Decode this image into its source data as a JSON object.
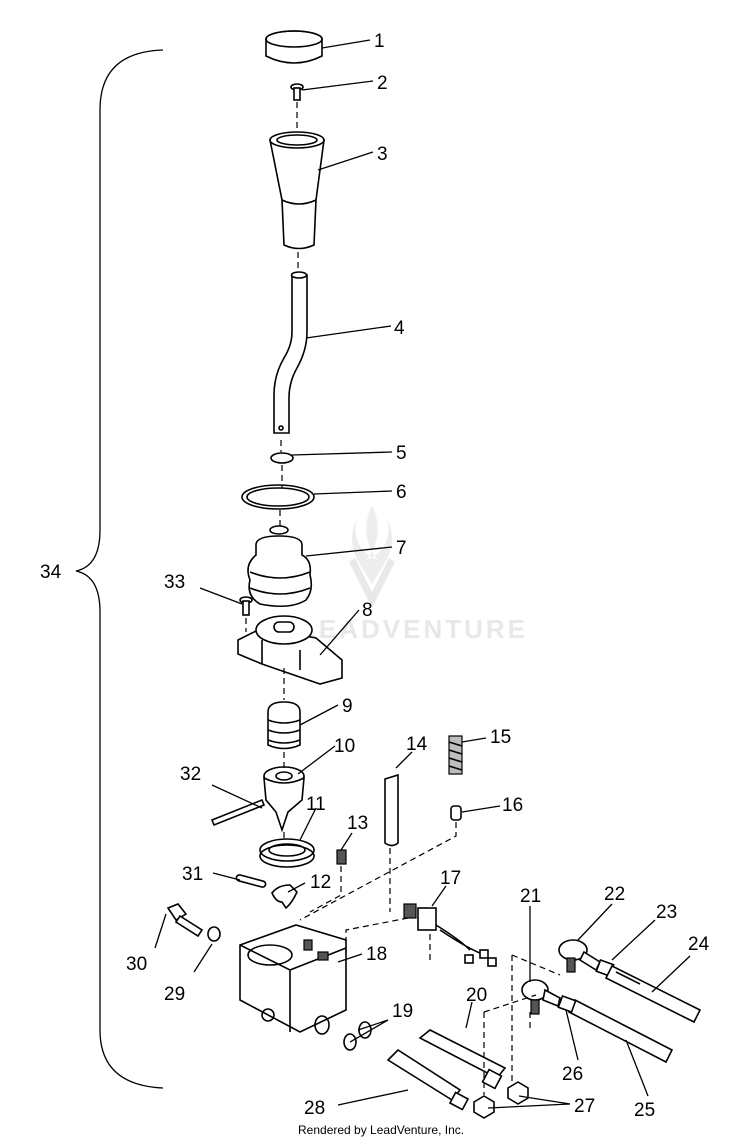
{
  "watermark": "LEADVENTURE",
  "credit": "Rendered by LeadVenture, Inc.",
  "callouts": [
    "1",
    "2",
    "3",
    "4",
    "5",
    "6",
    "7",
    "8",
    "9",
    "10",
    "11",
    "12",
    "13",
    "14",
    "15",
    "16",
    "17",
    "18",
    "19",
    "20",
    "21",
    "22",
    "23",
    "24",
    "25",
    "26",
    "27",
    "28",
    "29",
    "30",
    "31",
    "32",
    "33",
    "34"
  ]
}
